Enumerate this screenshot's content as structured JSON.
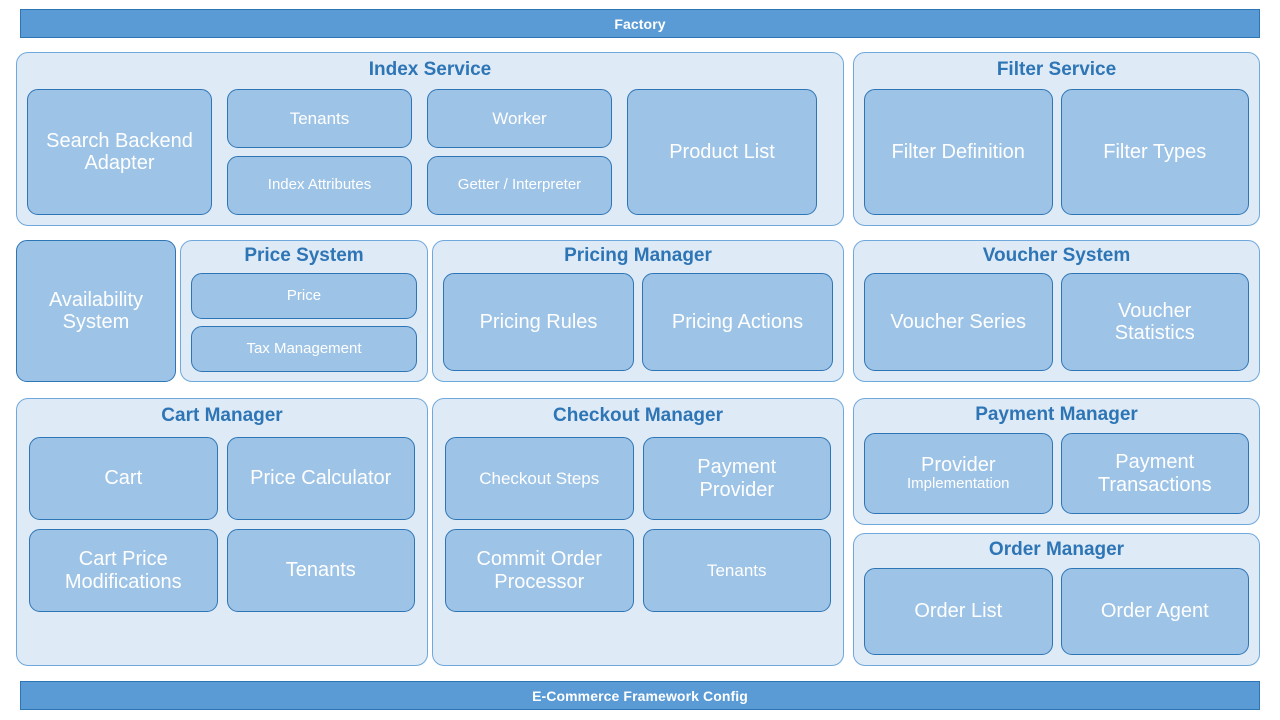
{
  "colors": {
    "banner_fill": "#5B9BD5",
    "banner_text": "#FFFFFF",
    "panel_fill": "#DEEAF6",
    "panel_border": "#6FA8DC",
    "panel_title_text": "#2E75B6",
    "box_fill": "#9DC3E6",
    "box_border": "#2E75B6",
    "box_text": "#FFFFFF",
    "page_background": "#FFFFFF"
  },
  "diagram": {
    "top_banner": {
      "label": "Factory"
    },
    "bottom_banner": {
      "label": "E-Commerce Framework Config"
    },
    "groups": {
      "index_service": {
        "title": "Index Service",
        "boxes": {
          "search_backend_adapter": "Search Backend Adapter",
          "tenants": "Tenants",
          "index_attributes": "Index Attributes",
          "worker": "Worker",
          "getter_interpreter": "Getter / Interpreter",
          "product_list": "Product List"
        }
      },
      "filter_service": {
        "title": "Filter Service",
        "boxes": {
          "filter_definition": "Filter Definition",
          "filter_types": "Filter Types"
        }
      },
      "availability_system": {
        "title": "Availability System"
      },
      "price_system": {
        "title": "Price System",
        "boxes": {
          "price": "Price",
          "tax_management": "Tax Management"
        }
      },
      "pricing_manager": {
        "title": "Pricing Manager",
        "boxes": {
          "pricing_rules": "Pricing Rules",
          "pricing_actions": "Pricing Actions"
        }
      },
      "voucher_system": {
        "title": "Voucher System",
        "boxes": {
          "voucher_series": "Voucher Series",
          "voucher_statistics_line1": "Voucher",
          "voucher_statistics_line2": "Statistics"
        }
      },
      "cart_manager": {
        "title": "Cart Manager",
        "boxes": {
          "cart": "Cart",
          "price_calculator": "Price Calculator",
          "cart_price_modifications_line1": "Cart Price",
          "cart_price_modifications_line2": "Modifications",
          "tenants": "Tenants"
        }
      },
      "checkout_manager": {
        "title": "Checkout Manager",
        "boxes": {
          "checkout_steps": "Checkout Steps",
          "payment_provider_line1": "Payment",
          "payment_provider_line2": "Provider",
          "commit_order_processor_line1": "Commit Order",
          "commit_order_processor_line2": "Processor",
          "tenants": "Tenants"
        }
      },
      "payment_manager": {
        "title": "Payment Manager",
        "boxes": {
          "provider_implementation_line1": "Provider",
          "provider_implementation_line2": "Implementation",
          "payment_transactions_line1": "Payment",
          "payment_transactions_line2": "Transactions"
        }
      },
      "order_manager": {
        "title": "Order Manager",
        "boxes": {
          "order_list": "Order List",
          "order_agent": "Order Agent"
        }
      }
    }
  }
}
